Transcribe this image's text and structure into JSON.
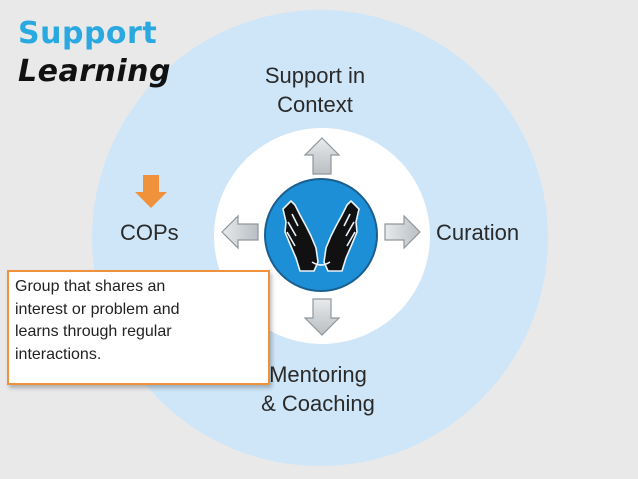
{
  "logo": {
    "line1": "Support",
    "line2": "Learning",
    "line1_color": "#2aa9e0",
    "line2_color": "#111111"
  },
  "diagram": {
    "outer_ring_color": "#cfe6f8",
    "inner_circle_color": "#ffffff",
    "hub_color": "#1c8fd6",
    "hub_icon": "supporting-hands-icon",
    "labels": {
      "top_line1": "Support in",
      "top_line2": "Context",
      "left": "COPs",
      "right": "Curation",
      "bottom_line1": "Mentoring",
      "bottom_line2": "& Coaching"
    },
    "arrow_color": "#cfd3d6",
    "highlight_arrow_color": "#f0913c"
  },
  "callout": {
    "lines": [
      "Group that shares an",
      "interest or problem and",
      "learns through regular",
      "interactions."
    ],
    "border_color": "#f0913c"
  }
}
